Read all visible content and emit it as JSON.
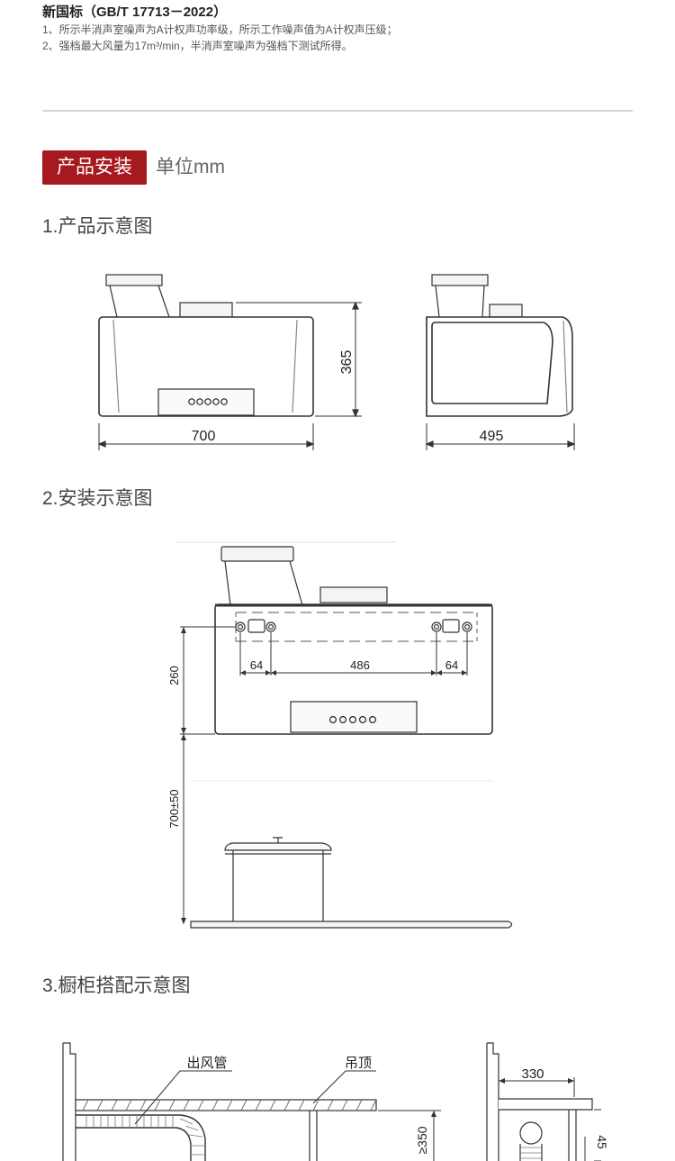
{
  "standard_notes": {
    "title": "新国标（GB/T 17713－2022）",
    "lines": [
      "1、所示半消声室噪声为A计权声功率级，所示工作噪声值为A计权声压级；",
      "2、强档最大风量为17m³/min，半消声室噪声为强档下测试所得。"
    ]
  },
  "install_section": {
    "badge": "产品安装",
    "unit": "单位mm"
  },
  "figure1": {
    "title": "1.产品示意图",
    "width_front": "700",
    "height": "365",
    "depth_side": "495"
  },
  "figure2": {
    "title": "2.安装示意图",
    "spacing_left": "64",
    "spacing_center": "486",
    "spacing_right": "64",
    "mount_height": "260",
    "install_height": "700±50"
  },
  "figure3": {
    "title": "3.橱柜搭配示意图",
    "label_duct": "出风管",
    "label_ceiling": "吊顶",
    "dim_height": "≥350",
    "dim_width": "330",
    "dim_small": "45"
  }
}
